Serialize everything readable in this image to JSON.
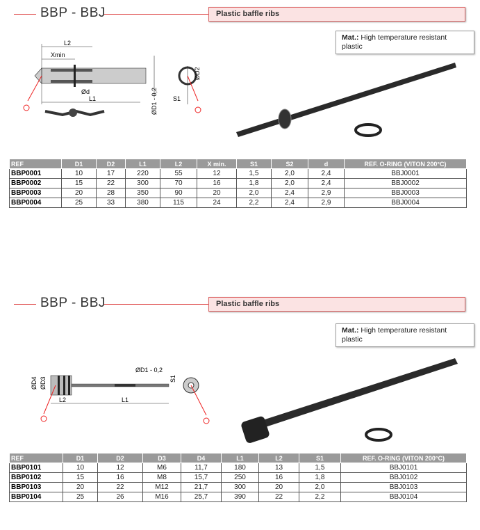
{
  "sections": [
    {
      "title": "BBP - BBJ",
      "subtitle": "Plastic baffle ribs",
      "material_label": "Mat.:",
      "material": "High temperature resistant plastic",
      "drawing_labels": {
        "l2": "L2",
        "xmin": "Xmin",
        "d": "Ød",
        "l1": "L1",
        "d1": "ØD1 - 0,2",
        "d2": "ØD2",
        "s1": "S1"
      },
      "table": {
        "headers": [
          "REF",
          "D1",
          "D2",
          "L1",
          "L2",
          "X min.",
          "S1",
          "S2",
          "d",
          "REF. O-RING (VITON 200°C)"
        ],
        "rows": [
          [
            "BBP0001",
            "10",
            "17",
            "220",
            "55",
            "12",
            "1,5",
            "2,0",
            "2,4",
            "BBJ0001"
          ],
          [
            "BBP0002",
            "15",
            "22",
            "300",
            "70",
            "16",
            "1,8",
            "2,0",
            "2,4",
            "BBJ0002"
          ],
          [
            "BBP0003",
            "20",
            "28",
            "350",
            "90",
            "20",
            "2,0",
            "2,4",
            "2,9",
            "BBJ0003"
          ],
          [
            "BBP0004",
            "25",
            "33",
            "380",
            "115",
            "24",
            "2,2",
            "2,4",
            "2,9",
            "BBJ0004"
          ]
        ]
      }
    },
    {
      "title": "BBP - BBJ",
      "subtitle": "Plastic baffle ribs",
      "material_label": "Mat.:",
      "material": "High temperature resistant plastic",
      "drawing_labels": {
        "d1": "ØD1 - 0,2",
        "d4": "ØD4",
        "d3": "ØD3",
        "l2": "L2",
        "l1": "L1",
        "s1": "S1"
      },
      "table": {
        "headers": [
          "REF",
          "D1",
          "D2",
          "D3",
          "D4",
          "L1",
          "L2",
          "S1",
          "REF. O-RING (VITON 200°C)"
        ],
        "rows": [
          [
            "BBP0101",
            "10",
            "12",
            "M6",
            "11,7",
            "180",
            "13",
            "1,5",
            "BBJ0101"
          ],
          [
            "BBP0102",
            "15",
            "16",
            "M8",
            "15,7",
            "250",
            "16",
            "1,8",
            "BBJ0102"
          ],
          [
            "BBP0103",
            "20",
            "22",
            "M12",
            "21,7",
            "300",
            "20",
            "2,0",
            "BBJ0103"
          ],
          [
            "BBP0104",
            "25",
            "26",
            "M16",
            "25,7",
            "390",
            "22",
            "2,2",
            "BBJ0104"
          ]
        ]
      }
    }
  ]
}
